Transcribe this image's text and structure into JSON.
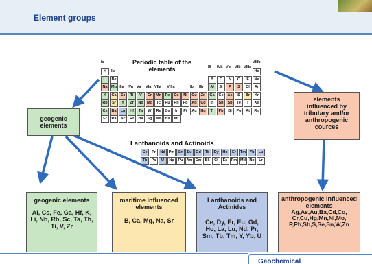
{
  "header": {
    "title": "Element groups"
  },
  "periodic_table": {
    "title": "Periodic table of the elements",
    "group_labels": [
      "Ia",
      "IIa",
      "IIIa",
      "IVa",
      "Va",
      "VIa",
      "VIIa",
      "VIIIa",
      "Ib",
      "IIb",
      "III",
      "IVb",
      "Vb",
      "VIb",
      "VIIb",
      "VIIIb"
    ],
    "rows": [
      [
        "H",
        "",
        "",
        "",
        "",
        "",
        "",
        "",
        "",
        "",
        "",
        "",
        "",
        "",
        "",
        "",
        "",
        "He"
      ],
      [
        "Li",
        "Be",
        "",
        "",
        "",
        "",
        "",
        "",
        "",
        "",
        "",
        "",
        "B",
        "C",
        "N",
        "O",
        "F",
        "Ne"
      ],
      [
        "Na",
        "Mg",
        "",
        "",
        "",
        "",
        "",
        "",
        "",
        "",
        "",
        "",
        "Al",
        "Si",
        "P",
        "S",
        "Cl",
        "Ar"
      ],
      [
        "K",
        "Ca",
        "Sc",
        "Ti",
        "V",
        "Cr",
        "Mn",
        "Fe",
        "Co",
        "Ni",
        "Cu",
        "Zn",
        "Ga",
        "Ge",
        "As",
        "S",
        "Br",
        "Kr"
      ],
      [
        "Rb",
        "Sr",
        "Y",
        "Zr",
        "Nb",
        "Mo",
        "Tc",
        "Ru",
        "Rh",
        "Pd",
        "Ag",
        "Cd",
        "In",
        "Sn",
        "Sb",
        "Te",
        "I",
        "Xe"
      ],
      [
        "Cs",
        "Ba",
        "La",
        "Hf",
        "Ta",
        "W",
        "Re",
        "Os",
        "Ir",
        "Pt",
        "Au",
        "Hg",
        "Tl",
        "Pb",
        "Bi",
        "Po",
        "At",
        "Rn"
      ],
      [
        "Fr",
        "Ra",
        "Ac",
        "Rf",
        "Ha",
        "Sg",
        "Ns",
        "Hs",
        "Mt",
        "",
        "",
        "",
        "",
        "",
        "",
        "",
        "",
        ""
      ]
    ],
    "color_keys": [
      [
        "w",
        "",
        "",
        "",
        "",
        "",
        "",
        "",
        "",
        "",
        "",
        "",
        "",
        "",
        "",
        "",
        "",
        "w"
      ],
      [
        "g",
        "w",
        "",
        "",
        "",
        "",
        "",
        "",
        "",
        "",
        "",
        "",
        "w",
        "w",
        "w",
        "w",
        "w",
        "w"
      ],
      [
        "p",
        "g",
        "",
        "",
        "",
        "",
        "",
        "",
        "",
        "",
        "",
        "",
        "g",
        "w",
        "p",
        "p",
        "w",
        "w"
      ],
      [
        "g",
        "m",
        "p",
        "g",
        "g",
        "p",
        "p",
        "g",
        "p",
        "p",
        "p",
        "p",
        "g",
        "w",
        "p",
        "w",
        "m",
        "w"
      ],
      [
        "g",
        "m",
        "g",
        "g",
        "g",
        "p",
        "w",
        "w",
        "w",
        "w",
        "p",
        "p",
        "w",
        "p",
        "p",
        "w",
        "w",
        "w"
      ],
      [
        "g",
        "p",
        "b",
        "g",
        "g",
        "w",
        "w",
        "w",
        "w",
        "w",
        "w",
        "p",
        "g",
        "p",
        "w",
        "w",
        "w",
        "w"
      ],
      [
        "w",
        "w",
        "w",
        "w",
        "w",
        "w",
        "w",
        "w",
        "w",
        "",
        "",
        "",
        "",
        "",
        "",
        "",
        "",
        ""
      ]
    ]
  },
  "lanthanoids": {
    "title": "Lanthanoids and Actinoids",
    "row1": [
      "Ce",
      "Pr",
      "Nd",
      "Pm",
      "Sm",
      "Eu",
      "Gd",
      "Tb",
      "Dy",
      "Ho",
      "Er",
      "Tm",
      "Yb",
      "Lu"
    ],
    "row2": [
      "Th",
      "Pa",
      "U",
      "Np",
      "Pu",
      "Am",
      "Cm",
      "Bk",
      "Cf",
      "Es",
      "Fm",
      "Md",
      "No",
      "Lr"
    ],
    "row1_keys": [
      "b",
      "w",
      "b",
      "w",
      "b",
      "b",
      "b",
      "b",
      "b",
      "b",
      "b",
      "b",
      "b",
      "b"
    ],
    "row2_keys": [
      "b",
      "w",
      "b",
      "w",
      "w",
      "w",
      "w",
      "w",
      "w",
      "w",
      "w",
      "w",
      "w",
      "w"
    ]
  },
  "colors": {
    "geogenic": "#c9e6c4",
    "maritime": "#fde7b0",
    "lanthanide": "#b9c8e6",
    "anthropogenic": "#f9c8b0",
    "white": "#ffffff",
    "arrow": "#2f6bbd"
  },
  "boxes": {
    "geogenic_center": {
      "label": "geogenic elements"
    },
    "tributary": {
      "label": "elements influenced by tributary and/or anthropogenic cources"
    },
    "geogenic_bottom": {
      "title": "geogenic elements",
      "list": "Al, Cs, Fe, Ga, Hf, K, Li, Nb, Rb, Sc, Ta, Th, Ti, V, Zr"
    },
    "maritime": {
      "title": "maritime influenced elements",
      "list": "B, Ca, Mg, Na, Sr"
    },
    "lanthanides": {
      "title": "Lanthanoids and Actinides",
      "list": "Ce, Dy, Er, Eu, Gd, Ho, La, Lu, Nd, Pr, Sm, Tb, Tm, Y, Yb, U"
    },
    "anthropogenic": {
      "title": "anthropogenic influenced elements",
      "list": "Ag,As,Au,Ba,Cd,Co, Cr,Cu,Hg,Mn,Ni,Mo, P,Pb,Sb,S,Se,Sn,W,Zn"
    }
  },
  "footer": {
    "text": "Geochemical"
  }
}
